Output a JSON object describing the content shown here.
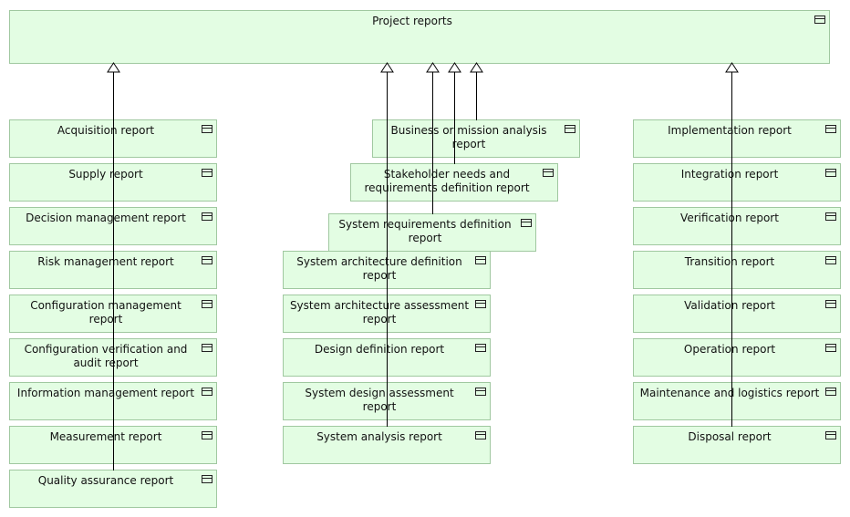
{
  "colors": {
    "element_fill": "#e3fde3",
    "element_border": "#a0c8a0",
    "connector": "#000000"
  },
  "icon": "artifact-icon",
  "root": {
    "label": "Project reports"
  },
  "left_column": [
    {
      "label": "Acquisition report"
    },
    {
      "label": "Supply report"
    },
    {
      "label": "Decision management report"
    },
    {
      "label": "Risk management report"
    },
    {
      "label": "Configuration management report"
    },
    {
      "label": "Configuration verification and\naudit report"
    },
    {
      "label": "Information management report"
    },
    {
      "label": "Measurement report"
    },
    {
      "label": "Quality assurance report"
    }
  ],
  "middle_column": [
    {
      "label": "Business or mission analysis report"
    },
    {
      "label": "Stakeholder needs and\nrequirements definition report"
    },
    {
      "label": "System requirements definition\nreport"
    },
    {
      "label": "System architecture definition\nreport"
    },
    {
      "label": "System architecture assessment\nreport"
    },
    {
      "label": "Design definition report"
    },
    {
      "label": "System design assessment report"
    },
    {
      "label": "System analysis report"
    }
  ],
  "right_column": [
    {
      "label": "Implementation report"
    },
    {
      "label": "Integration report"
    },
    {
      "label": "Verification report"
    },
    {
      "label": "Transition report"
    },
    {
      "label": "Validation report"
    },
    {
      "label": "Operation report"
    },
    {
      "label": "Maintenance and logistics report"
    },
    {
      "label": "Disposal report"
    }
  ]
}
